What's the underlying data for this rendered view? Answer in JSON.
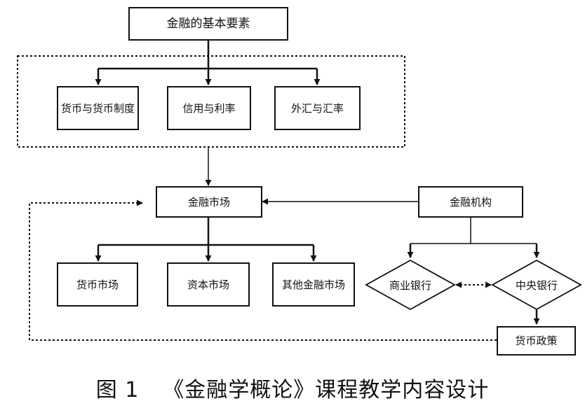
{
  "diagram": {
    "title_node": "金融的基本要素",
    "elements": [
      "货币与货币制度",
      "信用与利率",
      "外汇与汇率"
    ],
    "market": "金融市场",
    "institutions": "金融机构",
    "markets": [
      "货币市场",
      "资本市场",
      "其他金融市场"
    ],
    "commercial_bank": "商业银行",
    "central_bank": "中央银行",
    "monetary_policy": "货币政策"
  },
  "caption": {
    "figure_no": "图 1",
    "text": "《金融学概论》课程教学内容设计"
  }
}
